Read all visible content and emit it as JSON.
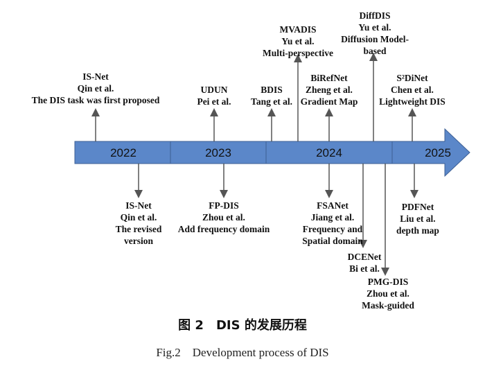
{
  "timeline": {
    "years": [
      "2022",
      "2023",
      "2024",
      "2025"
    ],
    "colors": {
      "bar": "#5b87c9",
      "bar_border": "#3d5f94",
      "connector": "#555555"
    }
  },
  "events_above": [
    {
      "id": "isnet-2022",
      "lines": [
        "IS-Net",
        "Qin et al.",
        "The DIS task was first proposed"
      ]
    },
    {
      "id": "udun",
      "lines": [
        "UDUN",
        "Pei et al."
      ]
    },
    {
      "id": "bdis",
      "lines": [
        "BDIS",
        "Tang et al."
      ]
    },
    {
      "id": "mvadis",
      "lines": [
        "MVADIS",
        "Yu et al.",
        "Multi-perspective"
      ]
    },
    {
      "id": "birefnet",
      "lines": [
        "BiRefNet",
        "Zheng et al.",
        "Gradient Map"
      ]
    },
    {
      "id": "diffdis",
      "lines": [
        "DiffDIS",
        "Yu et al.",
        "Diffusion Model-",
        "based"
      ]
    },
    {
      "id": "s2dinet",
      "lines": [
        "S²DiNet",
        "Chen et al.",
        "Lightweight DIS"
      ]
    }
  ],
  "events_below": [
    {
      "id": "isnet-revised",
      "lines": [
        "IS-Net",
        "Qin et al.",
        "The revised",
        "version"
      ]
    },
    {
      "id": "fpdis",
      "lines": [
        "FP-DIS",
        "Zhou et al.",
        "Add frequency domain"
      ]
    },
    {
      "id": "fsanet",
      "lines": [
        "FSANet",
        "Jiang et al.",
        "Frequency and",
        "Spatial domain"
      ]
    },
    {
      "id": "dcenet",
      "lines": [
        "DCENet",
        "Bi et al."
      ]
    },
    {
      "id": "pmgdis",
      "lines": [
        "PMG-DIS",
        "Zhou et al.",
        "Mask-guided"
      ]
    },
    {
      "id": "pdfnet",
      "lines": [
        "PDFNet",
        "Liu et al.",
        "depth map"
      ]
    }
  ],
  "caption": {
    "cn": "图 2　DIS 的发展历程",
    "en": "Fig.2　Development process of DIS"
  }
}
